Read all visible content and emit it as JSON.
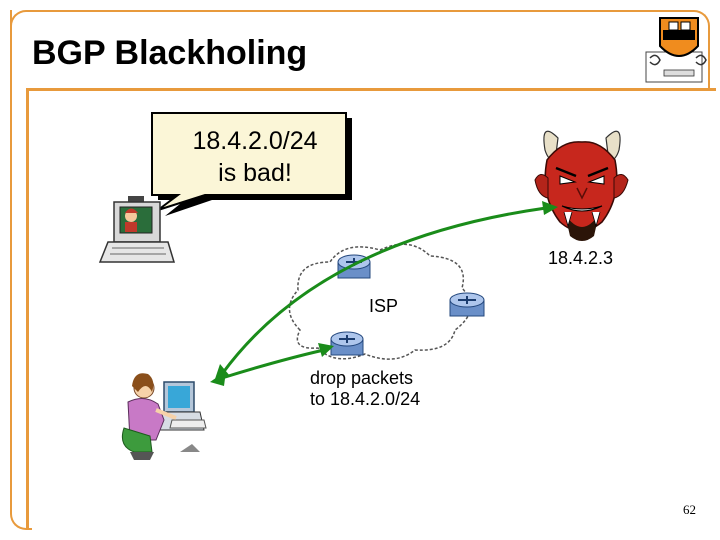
{
  "slide": {
    "title": "BGP Blackholing",
    "page_number": "62",
    "accent_color": "#e89a3c"
  },
  "diagram": {
    "speech_bubble": {
      "line1": "18.4.2.0/24",
      "line2": "is bad!"
    },
    "attacker_label": "18.4.2.3",
    "cloud_label": "ISP",
    "router_note": {
      "line1": "drop packets",
      "line2": "to 18.4.2.0/24"
    },
    "icons": [
      "operator-computer-icon",
      "devil-icon",
      "router-icon",
      "user-computer-icon",
      "princeton-shield-icon"
    ],
    "arrow_color": "#1a8c1a"
  }
}
